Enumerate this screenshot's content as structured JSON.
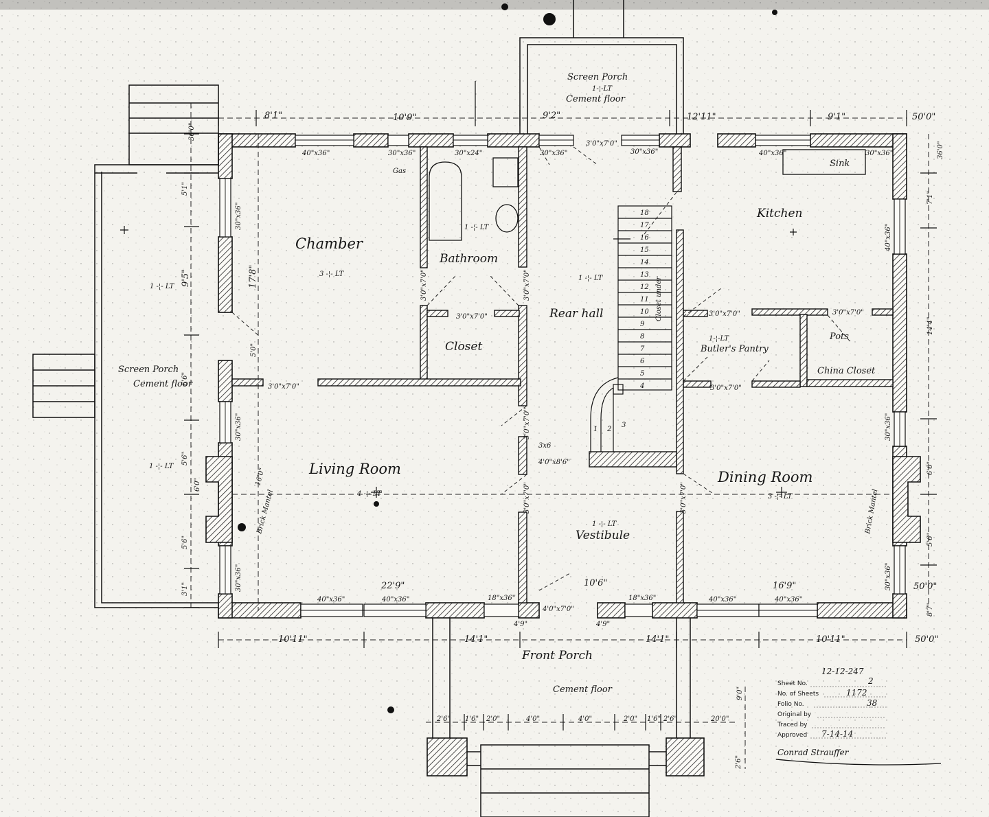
{
  "plan": {
    "rooms": {
      "chamber": "Chamber",
      "chamber_light": "3 -¦- LT",
      "bathroom": "Bathroom",
      "bathroom_light": "1 -¦- LT",
      "closet": "Closet",
      "rear_hall": "Rear hall",
      "rear_hall_light": "1 -¦- LT",
      "kitchen": "Kitchen",
      "sink": "Sink",
      "butlers_pantry": "Butler's Pantry",
      "butlers_pantry_light": "1-¦-LT",
      "pots": "Pots",
      "china_closet": "China Closet",
      "living_room": "Living Room",
      "living_room_light": "4 -¦- LT",
      "dining_room": "Dining Room",
      "dining_room_light": "3 -¦- LT",
      "vestibule": "Vestibule",
      "vestibule_light": "1 -¦- LT",
      "screen_porch_west": "Screen Porch",
      "screen_porch_west_floor": "Cement floor",
      "screen_porch_west_light": "1 -¦- LT",
      "screen_porch_west_light2": "1 -¦- LT",
      "screen_porch_north": "Screen Porch",
      "screen_porch_north_light": "1-¦-LT",
      "screen_porch_north_floor": "Cement floor",
      "front_porch": "Front Porch",
      "front_porch_floor": "Cement floor",
      "brick_mantel_left": "Brick Mantel",
      "brick_mantel_left_size": "16'0\"",
      "brick_mantel_right": "Brick Mantel",
      "gas": "Gas",
      "closet_under": "Closet under"
    },
    "dims_top": [
      "8'1\"",
      "10'9\"",
      "9'2\"",
      "12'11\"",
      "9'1\"",
      "50'0\""
    ],
    "dims_bottom": [
      "10'11\"",
      "14'1\"",
      "14'1\"",
      "10'11\"",
      "50'0\""
    ],
    "dims_porch": [
      "2'6\"",
      "1'6\"",
      "2'0\"",
      "4'0\"",
      "4'0\"",
      "2'0\"",
      "1'6\"",
      "2'6\"",
      "20'0\""
    ],
    "dims_left": [
      "36'0\"",
      "5'1\"",
      "9'5\"",
      "17'8\"",
      "5'0\"",
      "6'6\"",
      "5'6\"",
      "6'0\"",
      "5'6\"",
      "3'1\""
    ],
    "dims_right": [
      "7'1\"",
      "14'4\"",
      "6'6\"",
      "5'6\"",
      "50'0\"",
      "8'7\"",
      "36'0\""
    ],
    "dims_interior": [
      "22'9\"",
      "10'6\"",
      "16'9\"",
      "9'0\"",
      "2'6\""
    ],
    "windows": [
      "40\"x36\"",
      "30\"x24\"",
      "30\"x36\"",
      "30\"x36\"",
      "40\"x36\"",
      "40\"x36\"",
      "30\"x36\"",
      "30\"x36\"",
      "40\"x36\"",
      "40\"x36\"",
      "18\"x36\"",
      "18\"x36\"",
      "40\"x36\"",
      "40\"x36\"",
      "30\"x36\"",
      "30\"x36\"",
      "30\"x36\"",
      "30\"x36\"",
      "30\"x36\""
    ],
    "doors": [
      "3'0\"x7'0\"",
      "3'0\"x7'0\"",
      "3'0\"x7'0\"",
      "3'0\"x7'0\"",
      "3'0\"x7'0\"",
      "3'0\"x7'0\"",
      "3'0\"x7'0\"",
      "3'0\"x7'0\"",
      "3'0\"x7'0\"",
      "3'0\"x7'0\"",
      "4'0\"x7'0\"",
      "4'0\"x8'6\"",
      "3'0\"x7'0\""
    ],
    "stair_steps": [
      "18",
      "17",
      "16",
      "15",
      "14",
      "13",
      "12",
      "11",
      "10",
      "9",
      "8",
      "7",
      "6",
      "5",
      "4",
      "3",
      "2",
      "1"
    ],
    "misc_marks": [
      "4'9\"",
      "4'9\"",
      "3x6"
    ]
  },
  "title_block": {
    "number": "12-12-247",
    "sheet_label": "Sheet No.",
    "sheet_value": "2",
    "of_sheets_label": "No. of Sheets",
    "of_sheets_value": "1172",
    "folio_label": "Folio No.",
    "folio_value": "38",
    "original_label": "Original by",
    "traced_label": "Traced by",
    "approved_label": "Approved",
    "approved_value": "7-14-14",
    "signature": "Conrad Strauffer"
  }
}
